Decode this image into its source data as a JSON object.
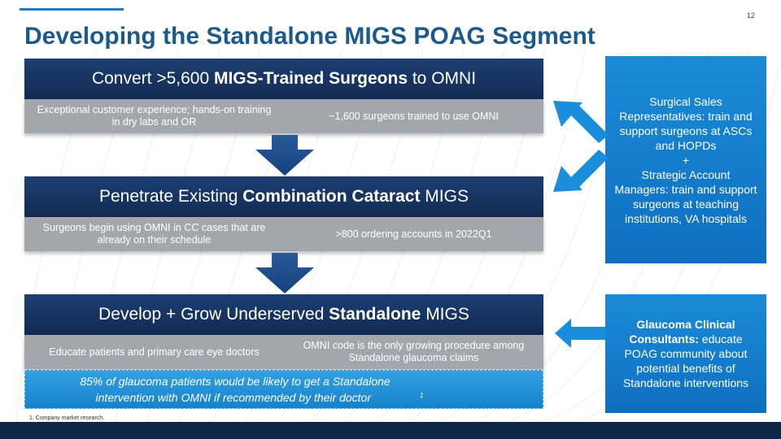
{
  "page_number": "12",
  "title": "Developing the Standalone MIGS POAG Segment",
  "blocks": [
    {
      "head_pre": "Convert >5,600 ",
      "head_bold": "MIGS-Trained Surgeons",
      "head_post": " to OMNI",
      "left": "Exceptional customer experience; hands-on training in dry labs and OR",
      "right": "~1,600 surgeons trained to use OMNI"
    },
    {
      "head_pre": "Penetrate Existing ",
      "head_bold": "Combination Cataract",
      "head_post": " MIGS",
      "left": "Surgeons begin using OMNI in CC cases that are already on their schedule",
      "right": ">800 ordering accounts in 2022Q1"
    },
    {
      "head_pre": "Develop + Grow Underserved ",
      "head_bold": "Standalone",
      "head_post": " MIGS",
      "left": "Educate patients and primary care eye doctors",
      "right": "OMNI code is the only growing procedure among Standalone glaucoma claims"
    }
  ],
  "note": {
    "line1": "85% of glaucoma patients would be likely to get a Standalone",
    "line2": "intervention with OMNI if recommended by their doctor",
    "sup": "1"
  },
  "side_top": {
    "part1": "Surgical Sales Representatives: train and support surgeons at ASCs and HOPDs",
    "plus": "+",
    "part2": "Strategic Account Managers: train and support surgeons at teaching institutions, VA hospitals"
  },
  "side_bottom": {
    "bold": "Glaucoma Clinical Consultants:",
    "rest": " educate POAG community about potential benefits of Standalone interventions"
  },
  "footnote": {
    "num": "1.",
    "text": "Company market research."
  },
  "colors": {
    "title": "#1c5a8c",
    "header_navy": "#122a52",
    "sub_gray": "#a3a7ad",
    "accent_blue": "#1782cc",
    "bottom_bar": "#0f2746"
  }
}
